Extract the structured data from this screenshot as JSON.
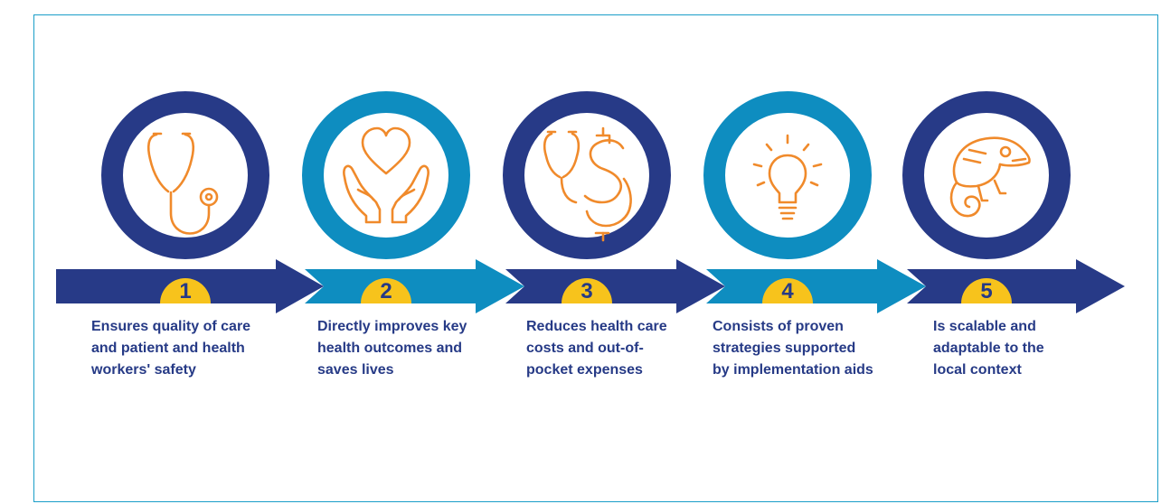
{
  "colors": {
    "dark_blue": "#273a87",
    "light_blue": "#0e8dc0",
    "yellow": "#f7c31c",
    "icon_orange": "#f08a2b",
    "text_blue": "#263a86",
    "frame_border": "#1a9ec8"
  },
  "steps": [
    {
      "number": "1",
      "icon": "stethoscope-icon",
      "ring_color": "dark",
      "text": "Ensures quality of care and patient and health workers' safety"
    },
    {
      "number": "2",
      "icon": "heart-in-hands-icon",
      "ring_color": "light",
      "text": "Directly improves key health outcomes and saves lives"
    },
    {
      "number": "3",
      "icon": "stethoscope-dollar-icon",
      "ring_color": "dark",
      "text": "Reduces health care costs and out-of-pocket expenses"
    },
    {
      "number": "4",
      "icon": "lightbulb-icon",
      "ring_color": "light",
      "text": "Consists of proven strategies supported by implementation aids"
    },
    {
      "number": "5",
      "icon": "chameleon-icon",
      "ring_color": "dark",
      "text": "Is scalable and adaptable to the local context"
    }
  ]
}
